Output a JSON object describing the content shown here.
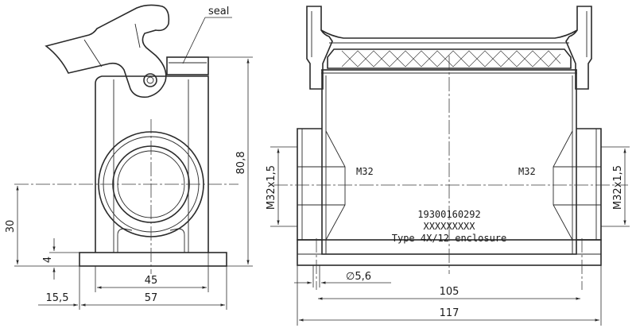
{
  "side_view": {
    "seal_label": "seal",
    "dim_height": "80,8",
    "dim_entry_height": "30",
    "dim_base_thickness": "4",
    "dim_base_inner_width": "45",
    "dim_base_width": "57",
    "dim_offset": "15,5"
  },
  "front_view": {
    "thread_left": "M32",
    "thread_right": "M32",
    "entry_left_dim": "M32x1,5",
    "entry_right_dim": "M32x1,5",
    "part_number": "19300160292",
    "serial_placeholder": "XXXXXXXXX",
    "rating": "Type 4X/12 enclosure",
    "hole_dim": "∅5,6",
    "dim_hole_spacing": "105",
    "dim_overall_width": "117"
  }
}
